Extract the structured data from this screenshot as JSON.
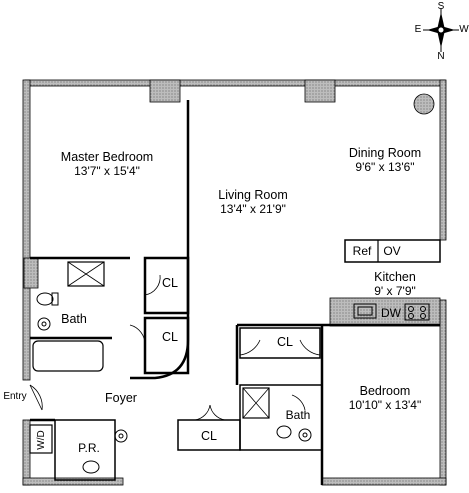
{
  "compass": {
    "n": "N",
    "s": "S",
    "e": "E",
    "w": "W"
  },
  "rooms": {
    "master_bedroom": {
      "name": "Master Bedroom",
      "dims": "13'7\" x 15'4\""
    },
    "living_room": {
      "name": "Living Room",
      "dims": "13'4\" x 21'9\""
    },
    "dining_room": {
      "name": "Dining Room",
      "dims": "9'6\" x 13'6\""
    },
    "kitchen": {
      "name": "Kitchen",
      "dims": "9' x 7'9\""
    },
    "bedroom": {
      "name": "Bedroom",
      "dims": "10'10\" x 13'4\""
    }
  },
  "labels": {
    "cl": "CL",
    "bath": "Bath",
    "foyer": "Foyer",
    "entry": "Entry",
    "pr": "P.R.",
    "wd": "W/D"
  },
  "appliances": {
    "ref": "Ref",
    "ov": "OV",
    "dw": "DW"
  }
}
